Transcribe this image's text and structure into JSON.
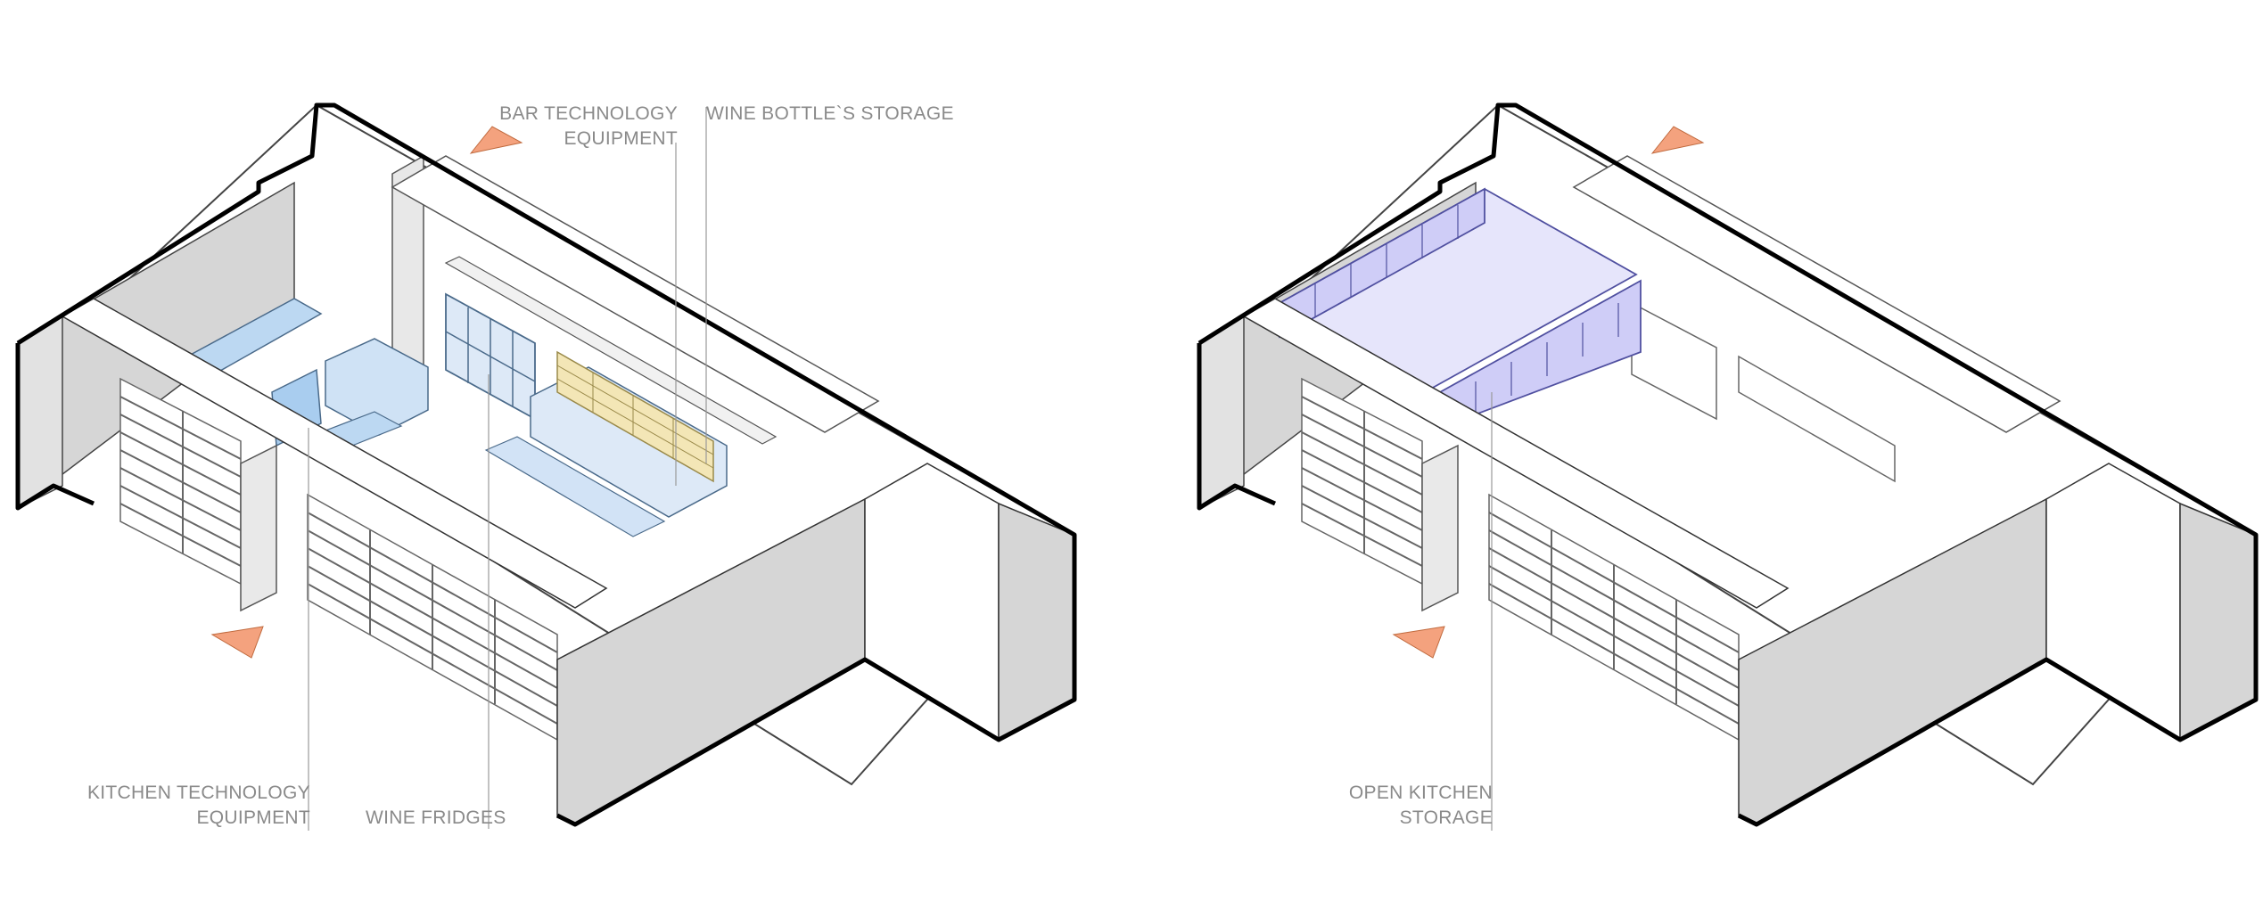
{
  "labels": {
    "bar_technology": [
      "BAR TECHNOLOGY",
      "EQUIPMENT"
    ],
    "wine_bottle_storage": "WINE BOTTLE`S STORAGE",
    "kitchen_technology": [
      "KITCHEN TECHNOLOGY",
      "EQUIPMENT"
    ],
    "wine_fridges": "WINE FRIDGES",
    "open_kitchen_storage": [
      "OPEN KITCHEN",
      "STORAGE"
    ]
  },
  "colors": {
    "wall_outline": "#000000",
    "line": "#555555",
    "wall_face_gray": "#d6d6d6",
    "wall_face_light": "#ececec",
    "kitchen_equipment_blue": "#bcd8f2",
    "bar_equipment_blue": "#dde9f7",
    "wine_storage_yellow": "#f3e6b6",
    "open_storage_lavender": "#cfcdf7",
    "north_arrow": "#f4a27e",
    "leader_line": "#9a9a9a",
    "label_text": "#8a8a8a"
  },
  "icons": [
    "north-arrow-icon"
  ]
}
